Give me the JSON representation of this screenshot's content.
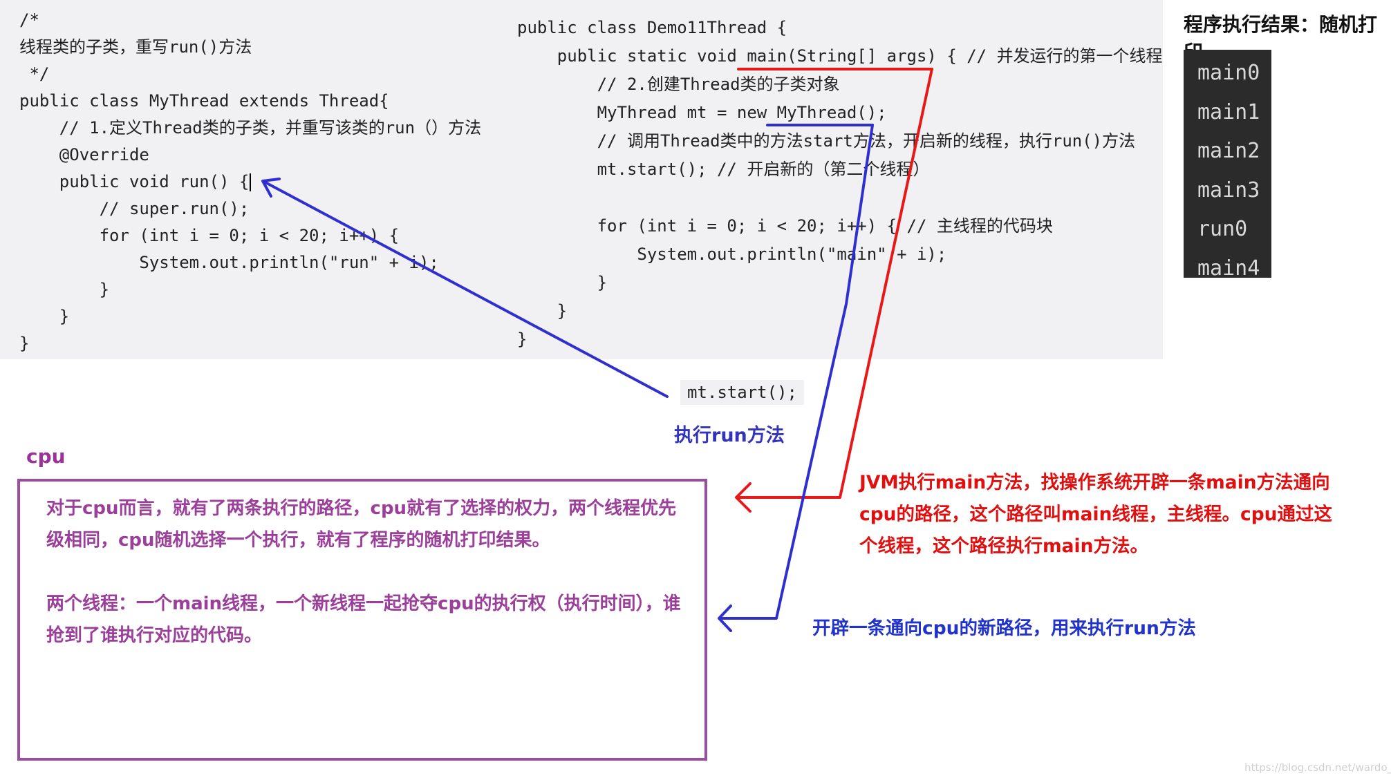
{
  "code_left": {
    "lines": [
      "/*",
      "线程类的子类，重写run()方法",
      " */",
      "public class MyThread extends Thread{",
      "    // 1.定义Thread类的子类，并重写该类的run（）方法",
      "    @Override",
      "    public void run() {",
      "        // super.run();",
      "        for (int i = 0; i < 20; i++) {",
      "            System.out.println(\"run\" + i);",
      "        }",
      "    }",
      "}"
    ]
  },
  "code_right": {
    "lines": [
      "public class Demo11Thread {",
      "    public static void main(String[] args) { // 并发运行的第一个线程",
      "        // 2.创建Thread类的子类对象",
      "        MyThread mt = new MyThread();",
      "        // 调用Thread类中的方法start方法，开启新的线程，执行run()方法",
      "        mt.start(); // 开启新的（第二个线程）",
      "",
      "        for (int i = 0; i < 20; i++) { // 主线程的代码块",
      "            System.out.println(\"main\" + i);",
      "        }",
      "    }",
      "}"
    ]
  },
  "result": {
    "title": "程序执行结果：随机打印",
    "output": [
      "main0",
      "main1",
      "main2",
      "main3",
      "run0",
      "main4"
    ]
  },
  "annotations": {
    "mt_start": "mt.start();",
    "run_label": "执行run方法",
    "cpu_label": "cpu",
    "cpu_para1": "对于cpu而言，就有了两条执行的路径，cpu就有了选择的权力，两个线程优先级相同，cpu随机选择一个执行，就有了程序的随机打印结果。",
    "cpu_para2": "两个线程：一个main线程，一个新线程一起抢夺cpu的执行权（执行时间），谁抢到了谁执行对应的代码。",
    "jvm_text": "JVM执行main方法，找操作系统开辟一条main方法通向cpu的路径，这个路径叫main线程，主线程。cpu通过这个线程，这个路径执行main方法。",
    "new_path_text": "开辟一条通向cpu的新路径，用来执行run方法",
    "watermark": "https://blog.csdn.net/wardo_l"
  },
  "colors": {
    "red_arrow": "#e81818",
    "blue_arrow": "#2f2fd0",
    "purple_box": "#9b4fa3",
    "code_bg": "#f1f1f3",
    "console_bg": "#2b2b2b"
  }
}
